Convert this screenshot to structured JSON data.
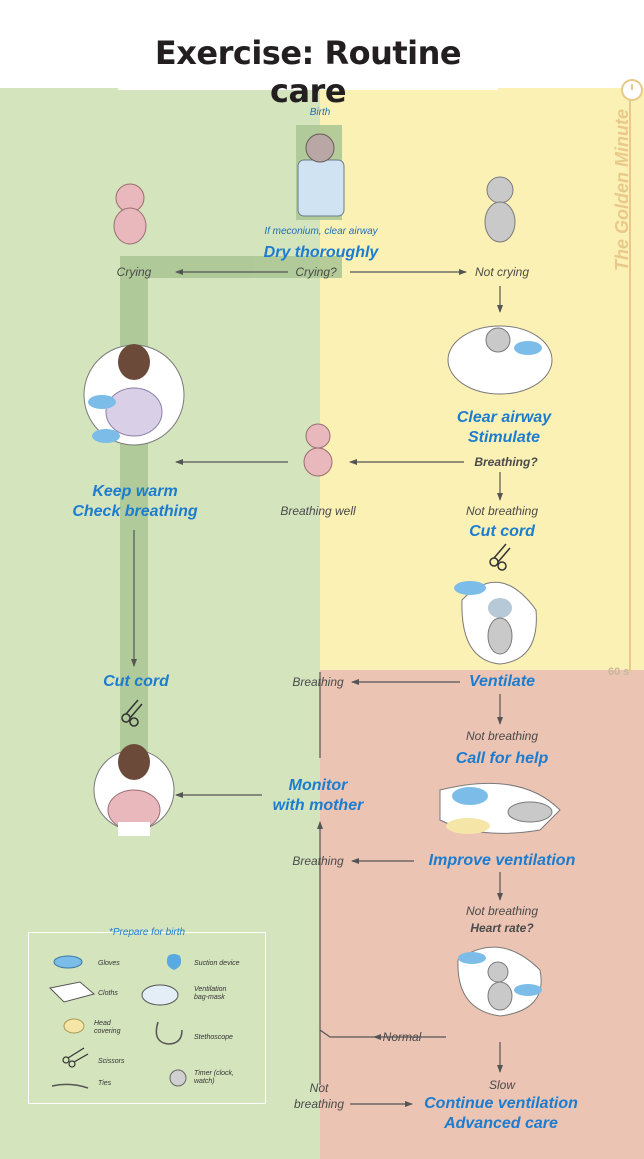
{
  "title": "Exercise: Routine care",
  "side_label": "The Golden Minute",
  "side_mark": "60 s",
  "colors": {
    "green": "#d4e4bd",
    "yellow": "#fcf1b5",
    "red": "#ebc4b3",
    "path": "#a9c593",
    "blue_text": "#1c7ccf"
  },
  "nodes": {
    "birth": "Birth",
    "meconium": "If meconium, clear airway",
    "dry": "Dry thoroughly",
    "crying_q": "Crying?",
    "crying": "Crying",
    "not_crying": "Not crying",
    "clear_airway": "Clear airway",
    "stimulate": "Stimulate",
    "breathing_q": "Breathing?",
    "breathing_well": "Breathing well",
    "keep_warm": "Keep warm",
    "check_breathing": "Check breathing",
    "not_breathing_1": "Not breathing",
    "cut_cord_1": "Cut cord",
    "cut_cord_2": "Cut cord",
    "breathing_1": "Breathing",
    "ventilate": "Ventilate",
    "not_breathing_2": "Not breathing",
    "call_help": "Call for help",
    "monitor": "Monitor",
    "with_mother": "with mother",
    "breathing_2": "Breathing",
    "improve_vent": "Improve ventilation",
    "not_breathing_3": "Not breathing",
    "heart_rate": "Heart rate?",
    "normal": "Normal",
    "not_label": "Not",
    "breathing_label": "breathing",
    "slow": "Slow",
    "continue_vent": "Continue ventilation",
    "advanced_care": "Advanced care"
  },
  "legend": {
    "title": "*Prepare for birth",
    "items": {
      "gloves": "Gloves",
      "suction": "Suction device",
      "cloths": "Cloths",
      "bag": "Ventilation bag-mask",
      "head": "Head covering",
      "stethoscope": "Stethoscope",
      "scissors": "Scissors",
      "ties": "Ties",
      "timer": "Timer (clock, watch)"
    }
  }
}
